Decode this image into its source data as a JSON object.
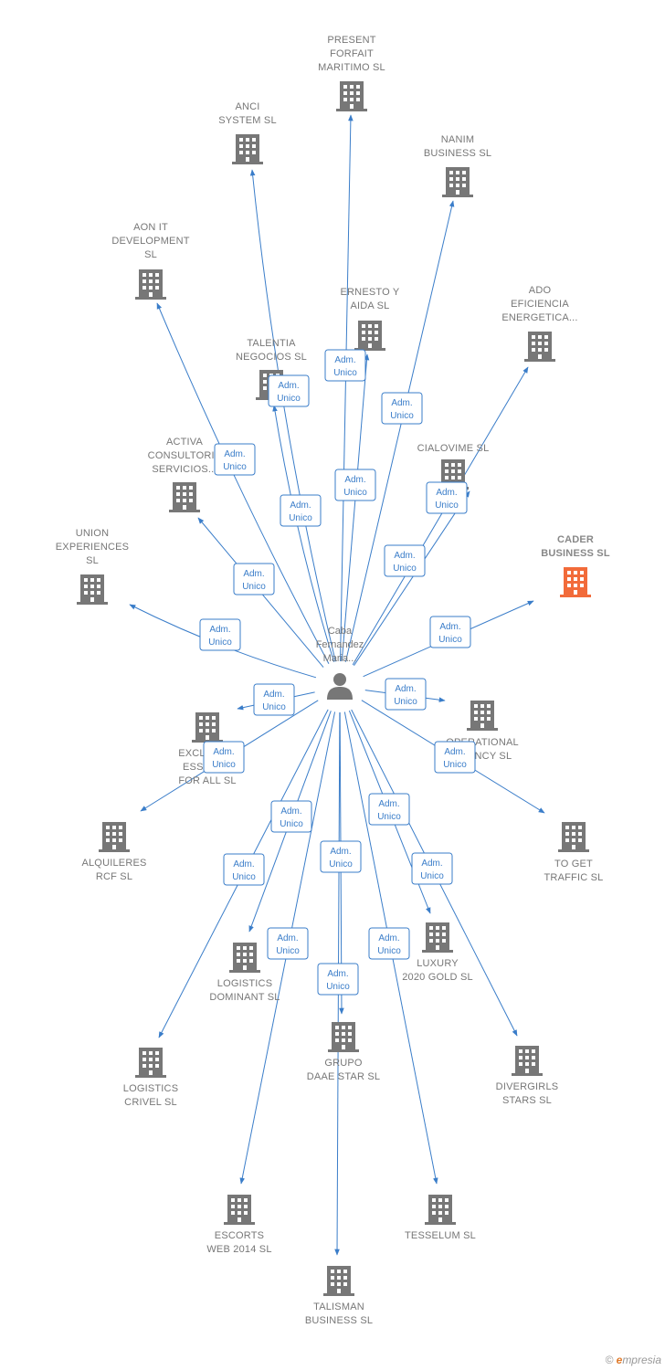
{
  "center": {
    "label_lines": [
      "Caba",
      "Fernandez",
      "Maria..."
    ]
  },
  "edge_label": [
    "Adm.",
    "Unico"
  ],
  "colors": {
    "edge": "#3a7dc9",
    "building": "#777777",
    "highlight": "#f26b3a"
  },
  "nodes": [
    {
      "id": "present",
      "lines": [
        "PRESENT",
        "FORFAIT",
        "MARITIMO  SL"
      ]
    },
    {
      "id": "anci",
      "lines": [
        "ANCI",
        "SYSTEM  SL"
      ]
    },
    {
      "id": "nanim",
      "lines": [
        "NANIM",
        "BUSINESS  SL"
      ]
    },
    {
      "id": "aonit",
      "lines": [
        "AON IT",
        "DEVELOPMENT",
        "SL"
      ]
    },
    {
      "id": "ernesto",
      "lines": [
        "ERNESTO Y",
        "AIDA  SL"
      ]
    },
    {
      "id": "ado",
      "lines": [
        "ADO",
        "EFICIENCIA",
        "ENERGETICA..."
      ]
    },
    {
      "id": "talentia",
      "lines": [
        "TALENTIA",
        "NEGOCIOS  SL"
      ]
    },
    {
      "id": "activa",
      "lines": [
        "ACTIVA",
        "CONSULTORIA",
        "SERVICIOS..."
      ]
    },
    {
      "id": "cialovime",
      "lines": [
        "CIALOVIME  SL"
      ]
    },
    {
      "id": "union",
      "lines": [
        "UNION",
        "EXPERIENCES",
        "SL"
      ]
    },
    {
      "id": "cader",
      "lines": [
        "CADER",
        "BUSINESS  SL"
      ],
      "highlight": true
    },
    {
      "id": "exclusive",
      "lines": [
        "EXCLUSIVE",
        "ESSENCE",
        "FOR ALL  SL"
      ]
    },
    {
      "id": "operational",
      "lines": [
        "OPERATIONAL",
        "AGENCY SL"
      ]
    },
    {
      "id": "alquileres",
      "lines": [
        "ALQUILERES",
        "RCF  SL"
      ]
    },
    {
      "id": "toget",
      "lines": [
        "TO GET",
        "TRAFFIC  SL"
      ]
    },
    {
      "id": "luxury",
      "lines": [
        "LUXURY",
        "2020 GOLD  SL"
      ]
    },
    {
      "id": "logdominant",
      "lines": [
        "LOGISTICS",
        "DOMINANT  SL"
      ]
    },
    {
      "id": "grupodaae",
      "lines": [
        "GRUPO",
        "DAAE STAR  SL"
      ]
    },
    {
      "id": "logcrivel",
      "lines": [
        "LOGISTICS",
        "CRIVEL  SL"
      ]
    },
    {
      "id": "divergirls",
      "lines": [
        "DIVERGIRLS",
        "STARS  SL"
      ]
    },
    {
      "id": "escorts",
      "lines": [
        "ESCORTS",
        "WEB 2014  SL"
      ]
    },
    {
      "id": "tesselum",
      "lines": [
        "TESSELUM SL"
      ]
    },
    {
      "id": "talisman",
      "lines": [
        "TALISMAN",
        "BUSINESS  SL"
      ]
    }
  ],
  "watermark": {
    "copyright": "©",
    "brand_initial": "e",
    "brand_rest": "mpresia"
  }
}
